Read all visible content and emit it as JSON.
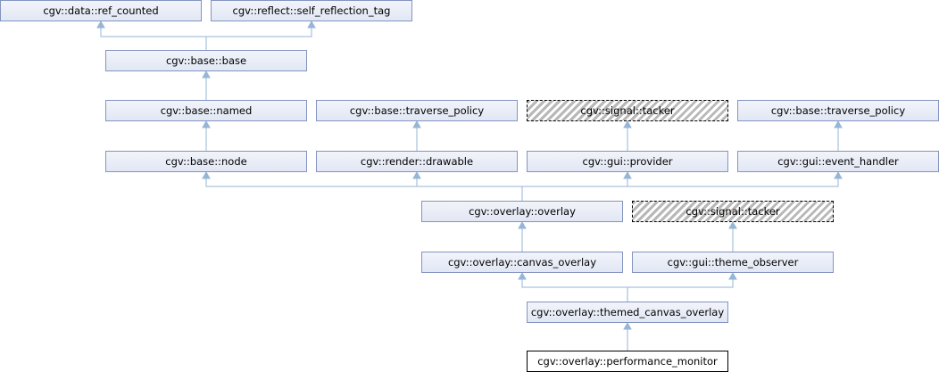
{
  "nodes": {
    "ref_counted": "cgv::data::ref_counted",
    "self_reflection_tag": "cgv::reflect::self_reflection_tag",
    "base": "cgv::base::base",
    "named": "cgv::base::named",
    "traverse_policy_1": "cgv::base::traverse_policy",
    "tacker_1": "cgv::signal::tacker",
    "traverse_policy_2": "cgv::base::traverse_policy",
    "node": "cgv::base::node",
    "drawable": "cgv::render::drawable",
    "provider": "cgv::gui::provider",
    "event_handler": "cgv::gui::event_handler",
    "overlay": "cgv::overlay::overlay",
    "tacker_2": "cgv::signal::tacker",
    "canvas_overlay": "cgv::overlay::canvas_overlay",
    "theme_observer": "cgv::gui::theme_observer",
    "themed_canvas_overlay": "cgv::overlay::themed_canvas_overlay",
    "performance_monitor": "cgv::overlay::performance_monitor"
  },
  "colors": {
    "node_border": "#8494c0",
    "edge": "#95b6d6",
    "current_border": "#000000"
  }
}
